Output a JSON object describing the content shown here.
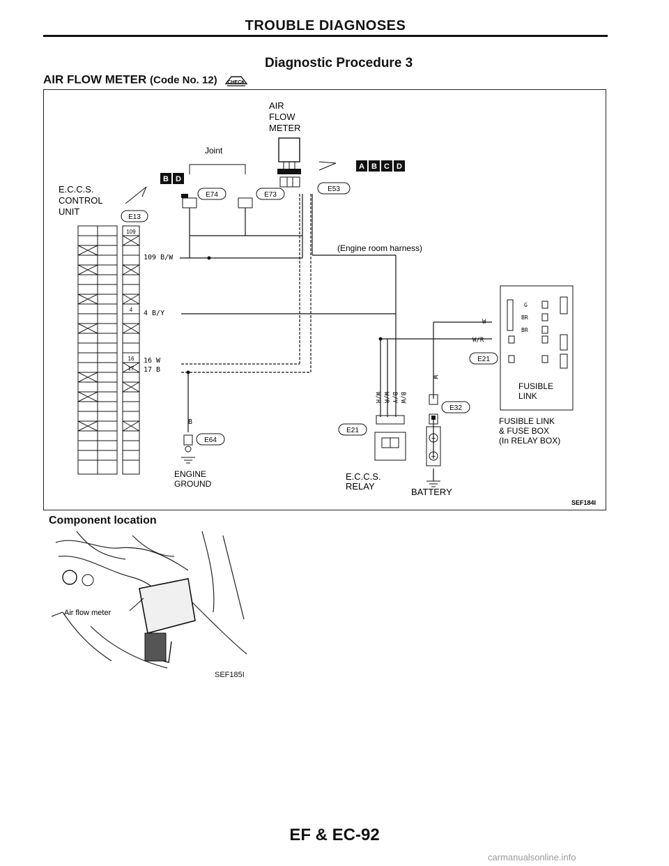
{
  "header": {
    "title": "TROUBLE DIAGNOSES"
  },
  "section": {
    "title": "Diagnostic Procedure 3"
  },
  "subtitle": {
    "text": "AIR FLOW METER",
    "code": "(Code No. 12)",
    "check_label": "CHECK"
  },
  "diagram": {
    "ref": "SEF184I",
    "labels": {
      "air_flow_meter": [
        "AIR",
        "FLOW",
        "METER"
      ],
      "joint": "Joint",
      "eccs_control": [
        "E.C.C.S.",
        "CONTROL",
        "UNIT"
      ],
      "engine_room_harness": "(Engine room harness)",
      "engine_ground": [
        "ENGINE",
        "GROUND"
      ],
      "eccs_relay": [
        "E.C.C.S.",
        "RELAY"
      ],
      "battery": "BATTERY",
      "fusible_link": [
        "FUSIBLE",
        "LINK"
      ],
      "fuse_box": [
        "FUSIBLE LINK",
        "& FUSE BOX",
        "(In RELAY BOX)"
      ]
    },
    "connectors": {
      "e13": "E13",
      "e74": "E74",
      "e73": "E73",
      "e53": "E53",
      "e64": "E64",
      "e21a": "E21",
      "e21b": "E21",
      "e32": "E32"
    },
    "badges": {
      "control": [
        "B",
        "D"
      ],
      "afm": [
        "A",
        "B",
        "C",
        "D"
      ]
    },
    "wires": {
      "w109": "109 B/W",
      "w4": "4 B/Y",
      "w16": "16 W",
      "w17": "17 B",
      "wW": "W",
      "wWR": "W/R",
      "wB": "B",
      "relay_wires": [
        "W/R",
        "W/R",
        "B/Y",
        "B/W"
      ],
      "fuse_g": "G",
      "fuse_br1": "BR",
      "fuse_br2": "BR"
    },
    "pins": {
      "p109": "109",
      "p4": "4",
      "p16": "16",
      "p17": "17"
    }
  },
  "component": {
    "title": "Component location",
    "callout": "Air flow meter",
    "ref": "SEF185I"
  },
  "footer": {
    "page": "EF & EC-92"
  },
  "watermark": {
    "text": "carmanualsonline.info"
  }
}
